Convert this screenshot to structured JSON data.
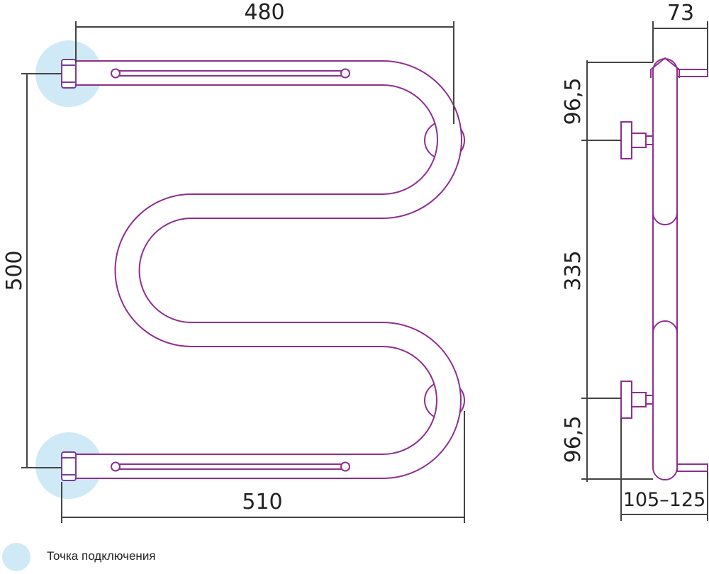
{
  "title": "Towel rail M-shape dimension drawing",
  "dimensions": {
    "top_width": "480",
    "height": "500",
    "bottom_width": "510",
    "depth": "73",
    "top_offset": "96,5",
    "mount_spacing": "335",
    "bottom_offset": "96,5",
    "wall_distance": "105–125"
  },
  "legend": {
    "label": "Точка подключения"
  },
  "colors": {
    "pipe": "#8e2f8f",
    "connection": "#cfe9f6",
    "dimension": "#444444"
  }
}
